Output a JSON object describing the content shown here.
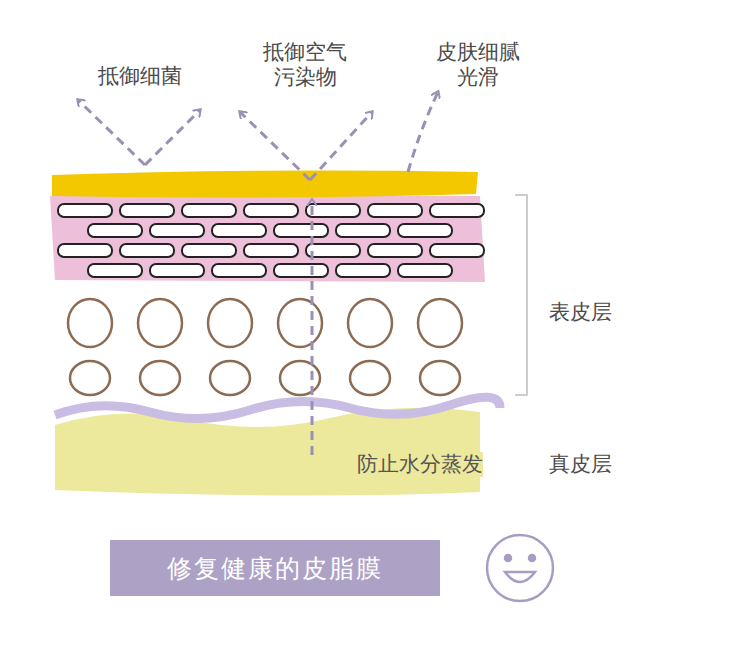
{
  "diagram": {
    "nodes": [
      {
        "text": [
          "修复健康的皮脂膜"
        ]
      }
    ],
    "labels": [
      "抵御细菌",
      "抵御空气 污染物",
      "皮肤细腻 光滑",
      "表皮层",
      "防止水分蒸发",
      "真皮层"
    ]
  }
}
